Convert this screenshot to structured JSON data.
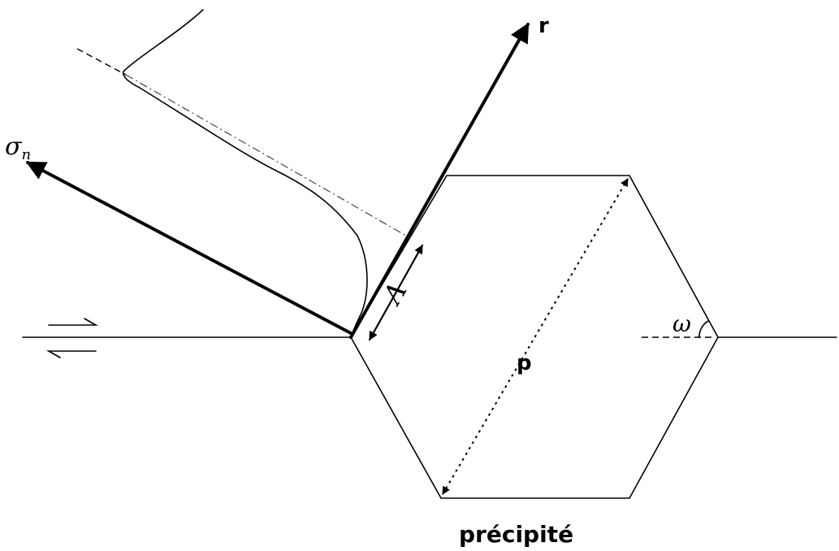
{
  "labels": {
    "sigma": "σ",
    "sigma_sub": "n",
    "r": "r",
    "lambda": "Λ",
    "omega": "ω",
    "p": "p",
    "precipitate": "précipité"
  },
  "colors": {
    "ink": "#000000",
    "background": "#ffffff"
  }
}
